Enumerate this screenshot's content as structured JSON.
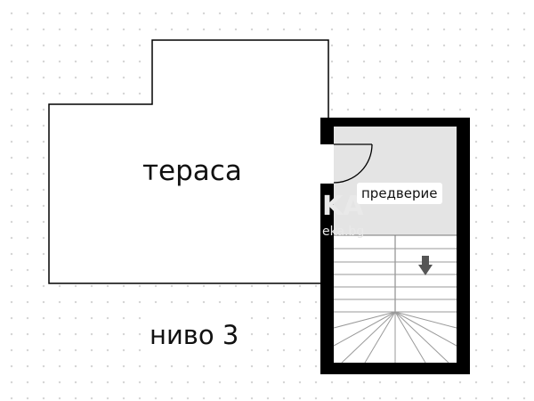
{
  "plan": {
    "rooms": {
      "terrace": "тераса",
      "hall": "предверие"
    },
    "level": "ниво 3",
    "watermark": {
      "logo": "KA",
      "site": "eka.bg"
    }
  },
  "colors": {
    "wall": "#000000",
    "hall_fill": "#e4e4e4",
    "floor_fill": "#ffffff",
    "stair_line": "#9a9a9a",
    "arrow": "#555555"
  },
  "icons": {
    "direction": "arrow-down-icon",
    "door": "door-swing-icon"
  }
}
